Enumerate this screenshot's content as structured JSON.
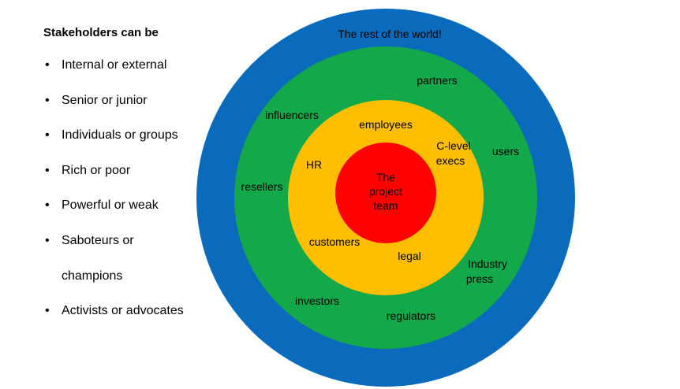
{
  "list": {
    "heading": "Stakeholders can be",
    "items": [
      {
        "text": "Internal or external"
      },
      {
        "text": "Senior or junior"
      },
      {
        "text": "Individuals or groups"
      },
      {
        "text": "Rich or poor"
      },
      {
        "text": "Powerful or weak"
      },
      {
        "text": "Saboteurs or",
        "continuation": "champions"
      },
      {
        "text": "Activists or advocates"
      }
    ]
  },
  "diagram": {
    "colors": {
      "outer": "#0a6bbd",
      "second": "#13a84a",
      "third": "#ffbf00",
      "core": "#ff0000"
    },
    "outer_ring": {
      "label": "The rest of the world!"
    },
    "second_ring": {
      "labels": {
        "partners": "partners",
        "influencers": "influencers",
        "users": "users",
        "resellers": "resellers",
        "industry_press_line1": "Industry",
        "industry_press_line2": "press",
        "investors": "investors",
        "regulators": "regulators"
      }
    },
    "third_ring": {
      "labels": {
        "employees": "employees",
        "c_level_line1": "C-level",
        "c_level_line2": "execs",
        "hr": "HR",
        "customers": "customers",
        "legal": "legal"
      }
    },
    "core": {
      "line1": "The",
      "line2": "project",
      "line3": "team"
    }
  }
}
